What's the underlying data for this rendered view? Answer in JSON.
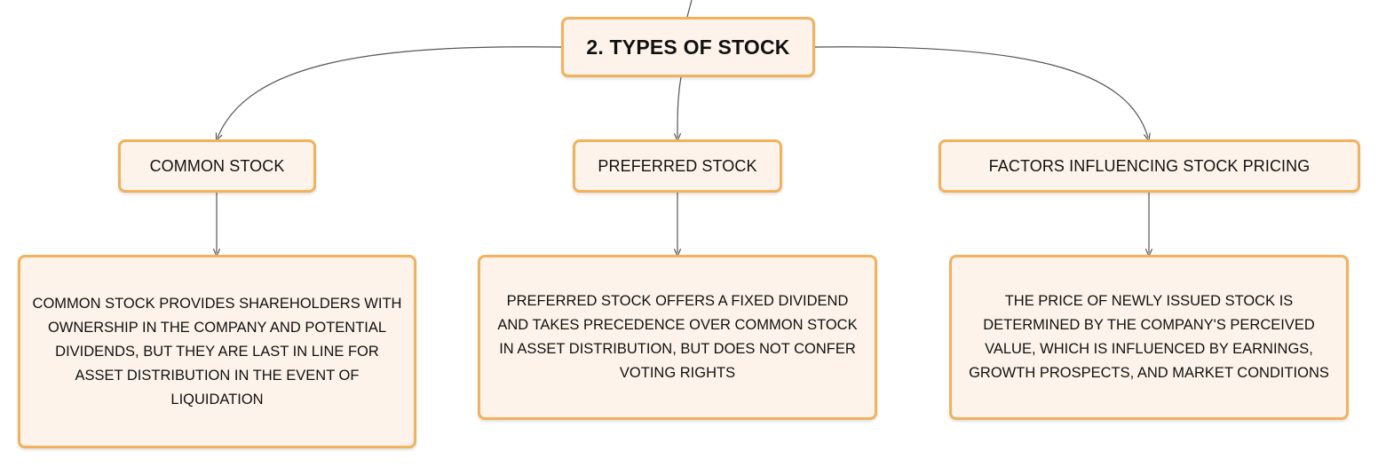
{
  "root": {
    "label": "2. TYPES OF STOCK"
  },
  "categories": [
    {
      "id": "common",
      "label": "COMMON STOCK"
    },
    {
      "id": "preferred",
      "label": "PREFERRED STOCK"
    },
    {
      "id": "factors",
      "label": "FACTORS INFLUENCING STOCK PRICING"
    }
  ],
  "descriptions": [
    {
      "id": "common",
      "text": "COMMON STOCK PROVIDES SHAREHOLDERS WITH OWNERSHIP IN THE COMPANY AND POTENTIAL DIVIDENDS, BUT THEY ARE LAST IN LINE FOR ASSET DISTRIBUTION IN THE EVENT OF LIQUIDATION"
    },
    {
      "id": "preferred",
      "text": "PREFERRED STOCK OFFERS A FIXED DIVIDEND AND TAKES PRECEDENCE OVER COMMON STOCK IN ASSET DISTRIBUTION, BUT DOES NOT CONFER VOTING RIGHTS"
    },
    {
      "id": "factors",
      "text": "THE PRICE OF NEWLY ISSUED STOCK IS DETERMINED BY THE COMPANY'S PERCEIVED VALUE, WHICH IS INFLUENCED BY EARNINGS, GROWTH PROSPECTS, AND MARKET CONDITIONS"
    }
  ],
  "colors": {
    "node_fill": "#fdf3ea",
    "node_border": "#f2b15c",
    "connector": "#555555",
    "text": "#111111"
  }
}
